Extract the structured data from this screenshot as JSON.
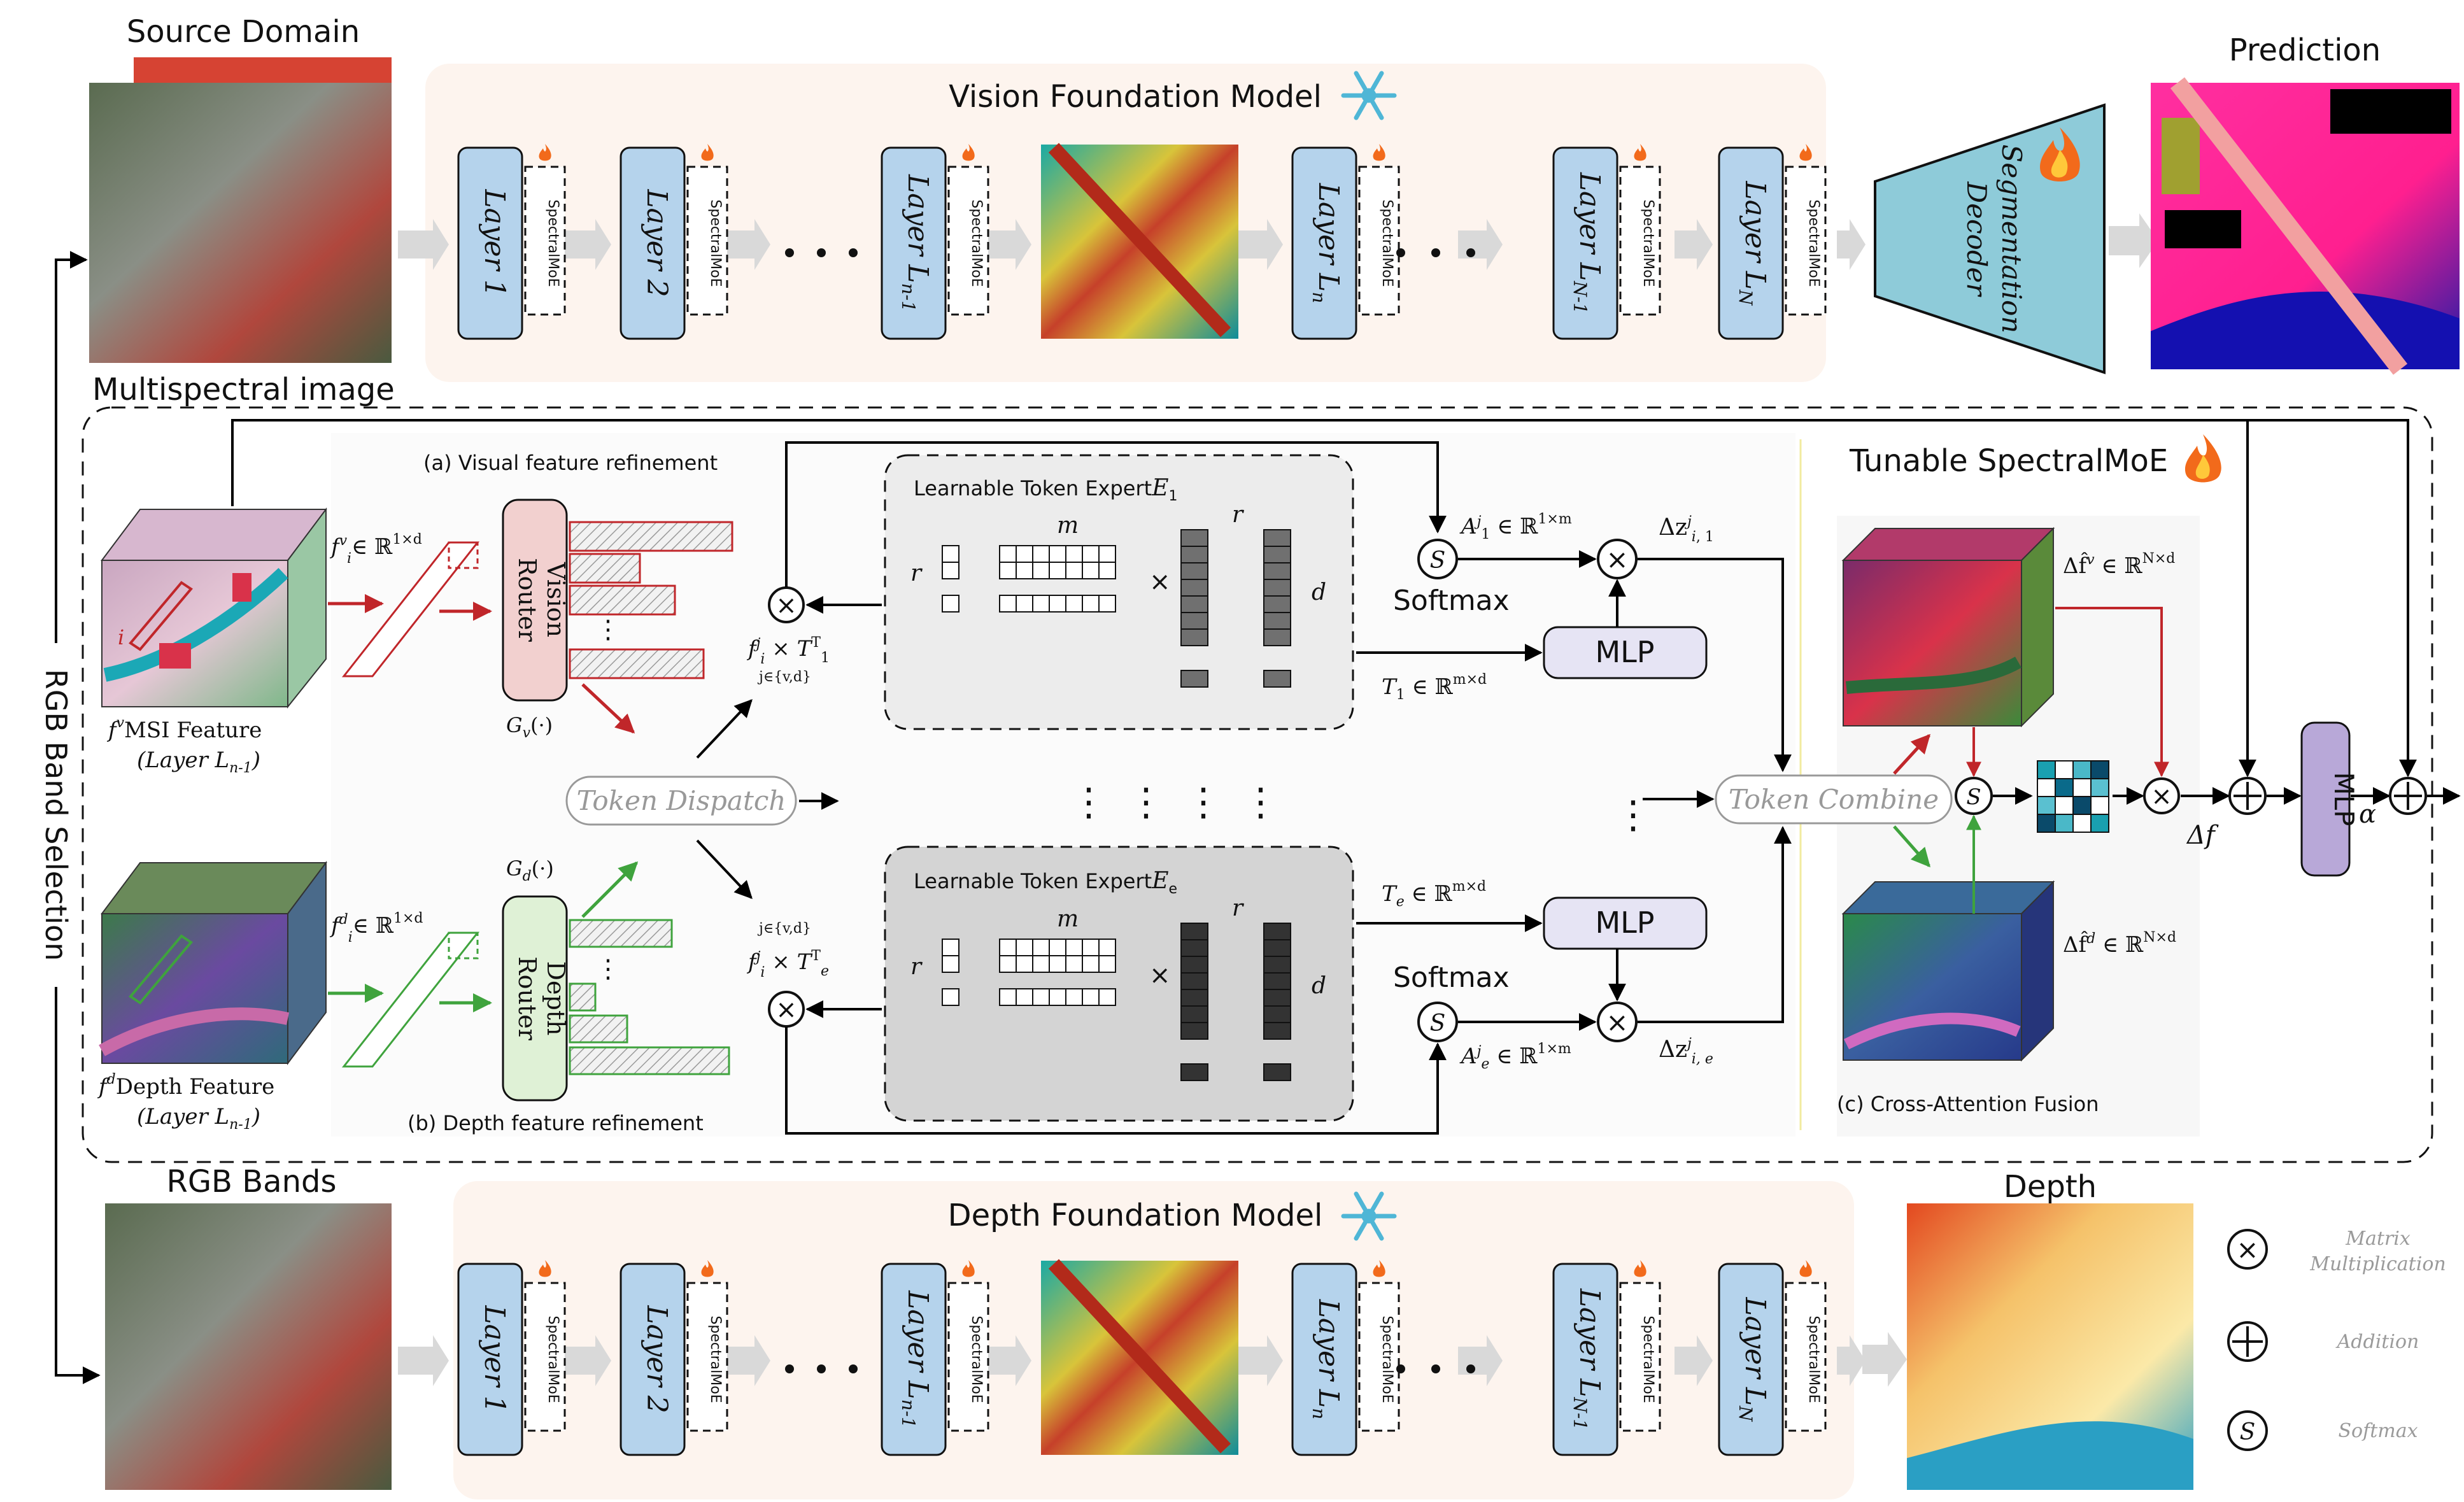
{
  "top": {
    "source_domain": "Source Domain",
    "multispectral_image": "Multispectral image",
    "title": "Vision Foundation Model",
    "prediction": "Prediction",
    "decoder": [
      "Segmentation",
      "Decoder"
    ]
  },
  "bottom": {
    "rgb_bands": "RGB Bands",
    "title": "Depth Foundation Model",
    "depth": "Depth"
  },
  "side_label": "RGB Band Selection",
  "layer_prefix": "Layer",
  "layers": [
    {
      "sub": "1",
      "italic": true
    },
    {
      "sub": "2",
      "italic": true
    },
    {
      "sub": "n-1",
      "italic": false
    },
    {
      "sub": "n",
      "italic": false
    },
    {
      "sub": "N-1",
      "italic": false
    },
    {
      "sub": "N",
      "italic": false
    }
  ],
  "adapter_label": "SpectralMoE",
  "middle": {
    "title": "Tunable SpectralMoE",
    "caption_a": "(a) Visual feature refinement",
    "caption_b": "(b) Depth feature refinement",
    "caption_c": "(c) Cross-Attention Fusion",
    "msi_feature": "MSI Feature",
    "msi_layer": "(Layer L",
    "msi_layer_sub": "n-1",
    "depth_feature": "Depth Feature",
    "depth_layer": "(Layer L",
    "depth_layer_sub": "n-1",
    "vision_router": [
      "Vision",
      "Router"
    ],
    "depth_router": [
      "Depth",
      "Router"
    ],
    "gv": "G",
    "gv_sub": "v",
    "gd": "G",
    "gd_sub": "d",
    "token_dispatch": "Token Dispatch",
    "token_combine": "Token Combine",
    "expert_1": "Learnable Token Expert",
    "expert_1_sym": "E",
    "expert_1_sub": "1",
    "expert_e": "Learnable Token Expert",
    "expert_e_sym": "E",
    "expert_e_sub": "e",
    "softmax": "Softmax",
    "mlp": "MLP",
    "fv": "∈ ℝ",
    "fv_exp": "1×d",
    "r": "r",
    "m": "m",
    "d": "d",
    "times": "×",
    "t1": "T",
    "t1_rest": " ∈ ℝ",
    "t1_exp": "m×d",
    "a1": "A",
    "a1_rest": " ∈ ℝ",
    "a1_exp": "1×m",
    "dz1": "Δz",
    "jvd": "j∈{v,d}",
    "delta_f": "Δf",
    "alpha": "α",
    "delta_fhat_v": "Δf̂",
    "delta_fhat_rest": " ∈ ℝ",
    "delta_fhat_exp": "N×d"
  },
  "legend": {
    "matmul": [
      "Matrix",
      "Multiplication"
    ],
    "addition": "Addition",
    "softmax": "Softmax",
    "s": "S"
  },
  "colors": {
    "layer_fill": "#b5d3ec",
    "decoder_fill": "#8ecbd9",
    "panel_fill": "#fdf4ee",
    "expert_fill": "#e6e6e6",
    "router_vision": "#f2d0cf",
    "router_depth": "#dff1d6",
    "mlp_fill": "#e6e4f4",
    "vision_red": "#c0262a",
    "depth_green": "#3fa33d"
  }
}
